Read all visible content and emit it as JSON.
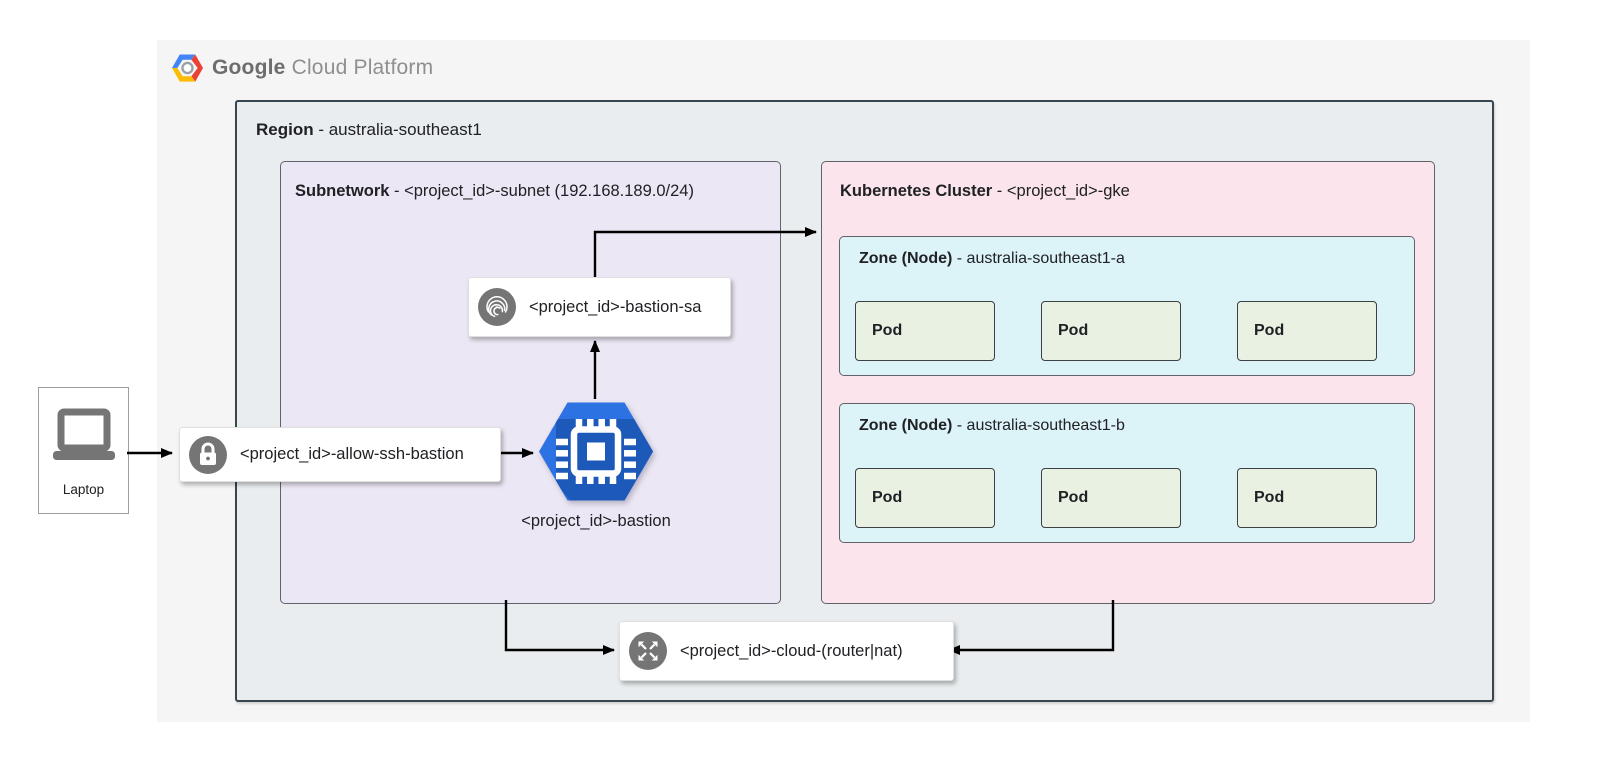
{
  "logo": {
    "brand_bold": "Google",
    "brand_rest": "Cloud Platform",
    "icon": "gcp-hexagon-logo"
  },
  "region": {
    "title_bold": "Region",
    "title_rest": " - australia-southeast1"
  },
  "subnetwork": {
    "title_bold": "Subnetwork",
    "title_rest": " - <project_id>-subnet (192.168.189.0/24)"
  },
  "cluster": {
    "title_bold": "Kubernetes Cluster",
    "title_rest": " - <project_id>-gke"
  },
  "zones": [
    {
      "title_bold": "Zone (Node)",
      "title_rest": " - australia-southeast1-a",
      "pods": [
        "Pod",
        "Pod",
        "Pod"
      ]
    },
    {
      "title_bold": "Zone (Node)",
      "title_rest": " - australia-southeast1-b",
      "pods": [
        "Pod",
        "Pod",
        "Pod"
      ]
    }
  ],
  "laptop": {
    "label": "Laptop",
    "icon": "laptop-icon"
  },
  "firewall": {
    "label": "<project_id>-allow-ssh-bastion",
    "icon": "lock-icon"
  },
  "service_account": {
    "label": "<project_id>-bastion-sa",
    "icon": "fingerprint-icon"
  },
  "bastion": {
    "label": "<project_id>-bastion",
    "icon": "compute-engine-icon"
  },
  "cloud_router": {
    "label": "<project_id>-cloud-(router|nat)",
    "icon": "router-nat-icon"
  },
  "colors": {
    "container_bg": "#f5f5f5",
    "region_bg": "#e9edef",
    "region_border": "#37474f",
    "subnetwork_bg": "#ece7f4",
    "cluster_bg": "#fbe4ec",
    "zone_bg": "#dcf3f8",
    "pod_bg": "#e9f1e3",
    "compute_blue": "#2d72e3",
    "compute_blue_shade": "#1d59b8",
    "icon_circle_gray": "#757575",
    "arrow_black": "#000000",
    "google_blue": "#4285F4",
    "google_red": "#EA4335",
    "google_yellow": "#FBBC05"
  }
}
